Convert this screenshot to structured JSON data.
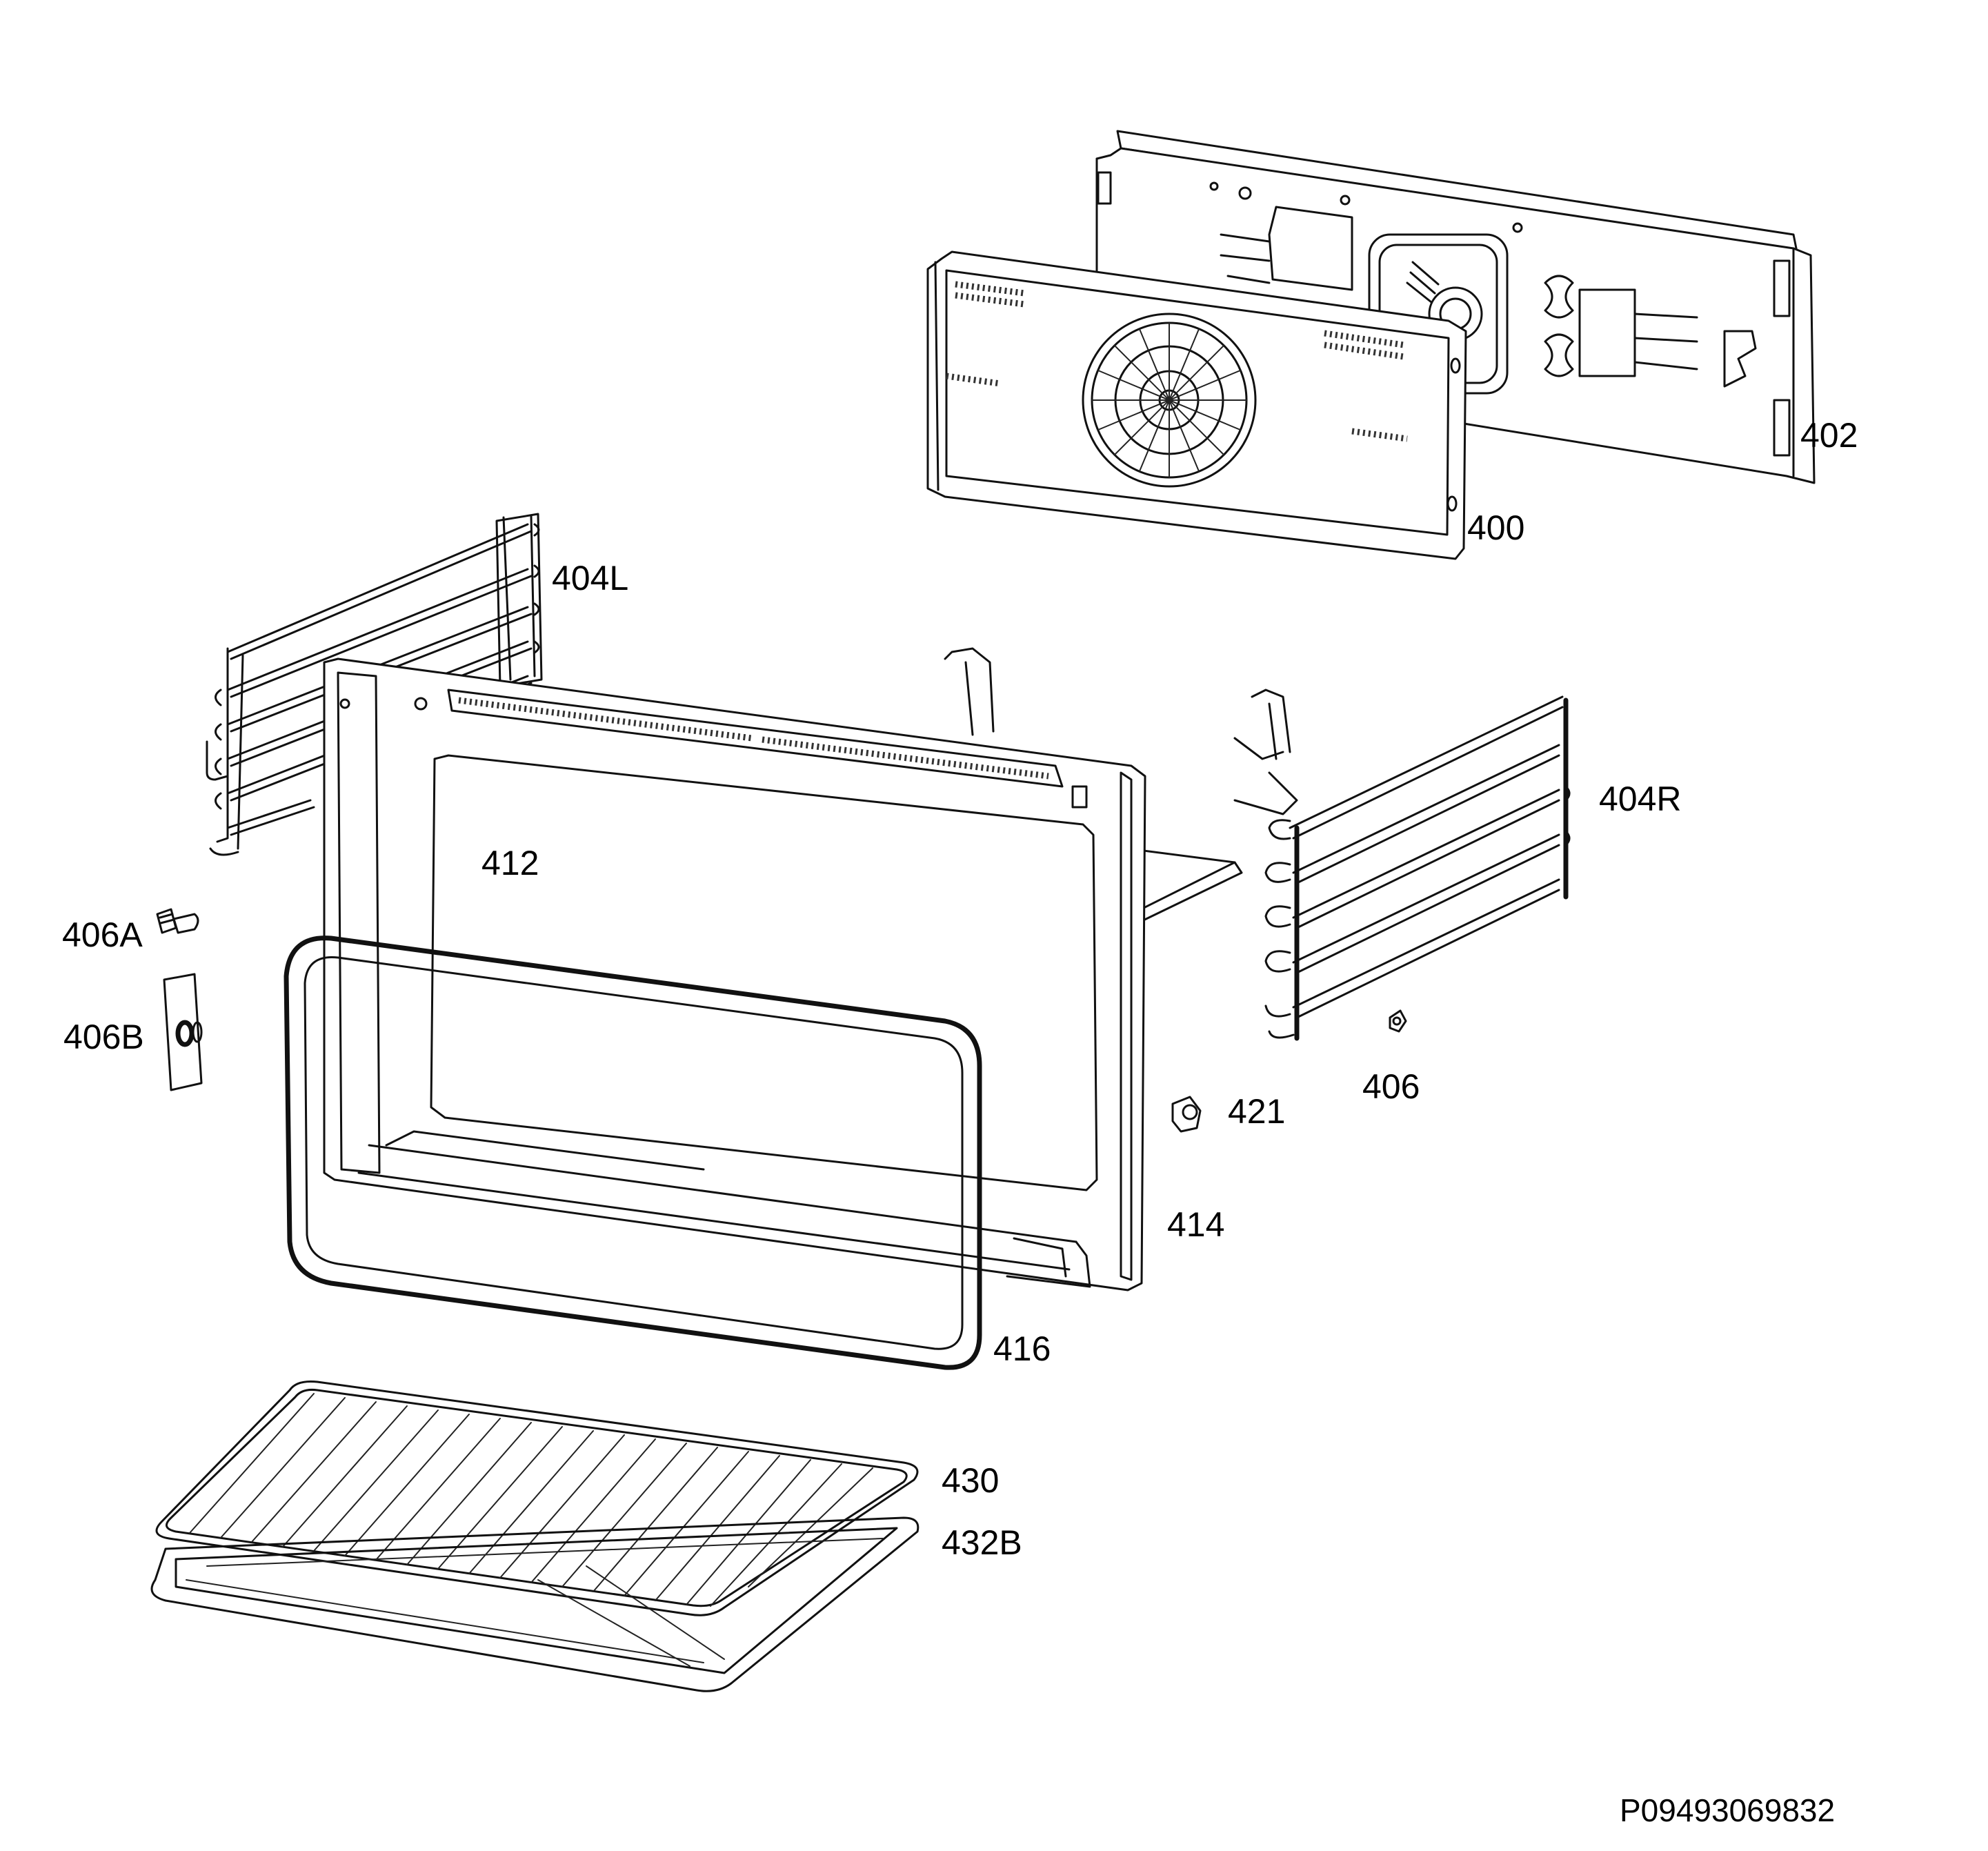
{
  "labels": {
    "p402": "402",
    "p400": "400",
    "p404L": "404L",
    "p404R": "404R",
    "p412": "412",
    "p406A": "406A",
    "p406B": "406B",
    "p406": "406",
    "p421": "421",
    "p414": "414",
    "p416": "416",
    "p430": "430",
    "p432B": "432B"
  },
  "document_code": "P09493069832"
}
